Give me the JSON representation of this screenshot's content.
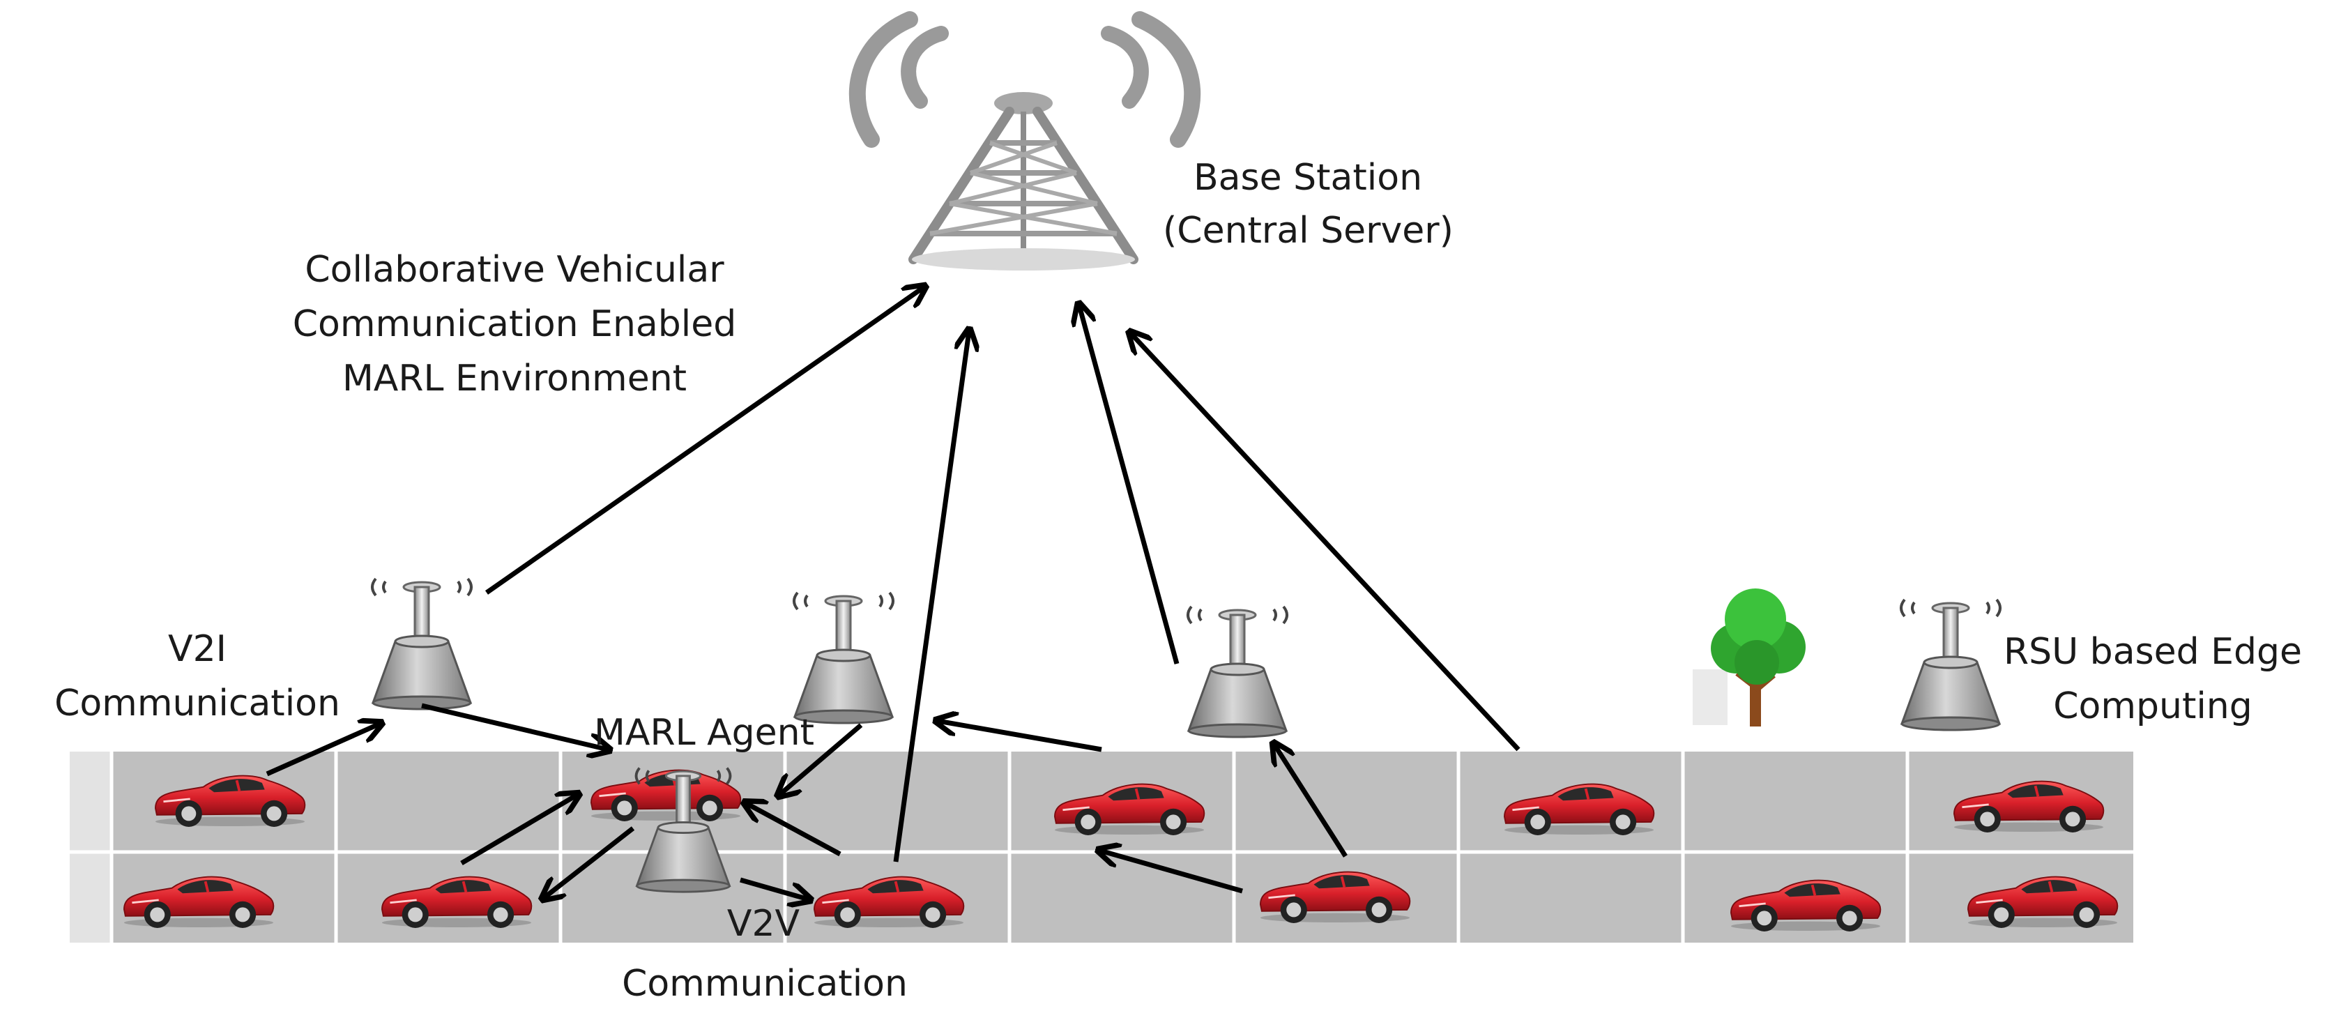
{
  "labels": {
    "base_station_line1": "Base Station",
    "base_station_line2": "(Central Server)",
    "env_line1": "Collaborative Vehicular",
    "env_line2": "Communication Enabled",
    "env_line3": "MARL Environment",
    "v2i_line1": "V2I",
    "v2i_line2": "Communication",
    "marl_agent": "MARL Agent",
    "v2v_line1": "V2V",
    "v2v_line2": "Communication",
    "rsu_line1": "RSU based Edge",
    "rsu_line2": "Computing"
  },
  "colors": {
    "road": "#bfbfbf",
    "road_edge": "#e6e6e6",
    "car_body": "#d9202a",
    "tower": "#9a9a9a",
    "tree": "#2fa52f",
    "trunk": "#8b4a1c"
  }
}
